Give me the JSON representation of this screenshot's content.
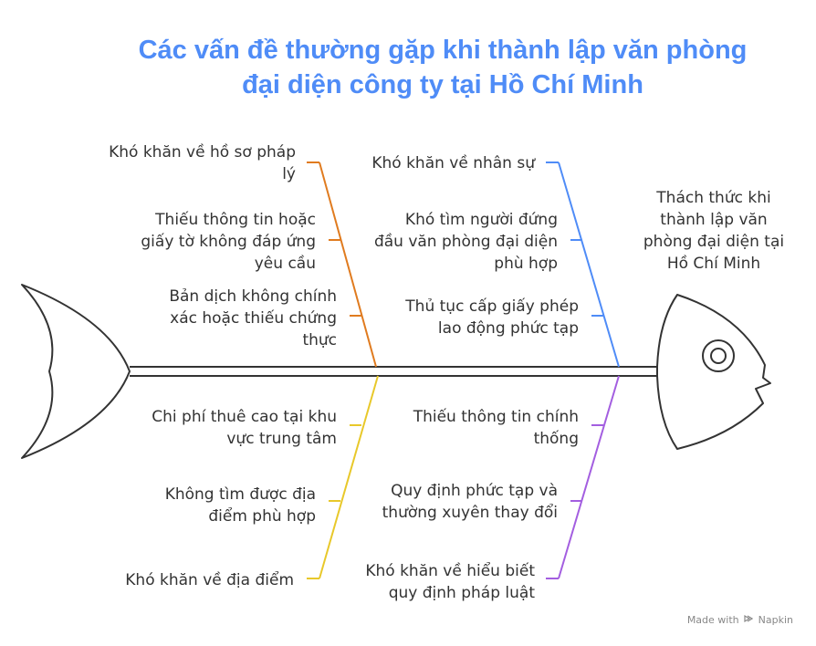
{
  "title": {
    "line1": "Các vấn đề thường gặp khi thành lập văn phòng",
    "line2": "đại diện công ty tại Hồ Chí Minh"
  },
  "head_label": {
    "lines": [
      "Thách thức khi",
      "thành lập văn",
      "phòng đại diện tại",
      "Hồ Chí Minh"
    ]
  },
  "branches": {
    "top_left": {
      "color": "#e07b1f",
      "causes": [
        {
          "lines": [
            "Khó khăn về hồ sơ pháp",
            "lý"
          ]
        },
        {
          "lines": [
            "Thiếu thông tin hoặc",
            "giấy tờ không đáp ứng",
            "yêu cầu"
          ]
        },
        {
          "lines": [
            "Bản dịch không chính",
            "xác hoặc thiếu chứng",
            "thực"
          ]
        }
      ]
    },
    "top_right": {
      "color": "#4f8cf7",
      "causes": [
        {
          "lines": [
            "Khó khăn về nhân sự"
          ]
        },
        {
          "lines": [
            "Khó tìm người đứng",
            "đầu văn phòng đại diện",
            "phù hợp"
          ]
        },
        {
          "lines": [
            "Thủ tục cấp giấy phép",
            "lao động phức tạp"
          ]
        }
      ]
    },
    "bottom_left": {
      "color": "#e8c82a",
      "causes": [
        {
          "lines": [
            "Chi phí thuê cao tại khu",
            "vực trung tâm"
          ]
        },
        {
          "lines": [
            "Không tìm được địa",
            "điểm phù hợp"
          ]
        },
        {
          "lines": [
            "Khó khăn về địa điểm"
          ]
        }
      ]
    },
    "bottom_right": {
      "color": "#a35ee0",
      "causes": [
        {
          "lines": [
            "Thiếu thông tin chính",
            "thống"
          ]
        },
        {
          "lines": [
            "Quy định phức tạp và",
            "thường xuyên thay đổi"
          ]
        },
        {
          "lines": [
            "Khó khăn về hiểu biết",
            "quy định pháp luật"
          ]
        }
      ]
    }
  },
  "credit": {
    "prefix": "Made with",
    "brand": "Napkin"
  }
}
